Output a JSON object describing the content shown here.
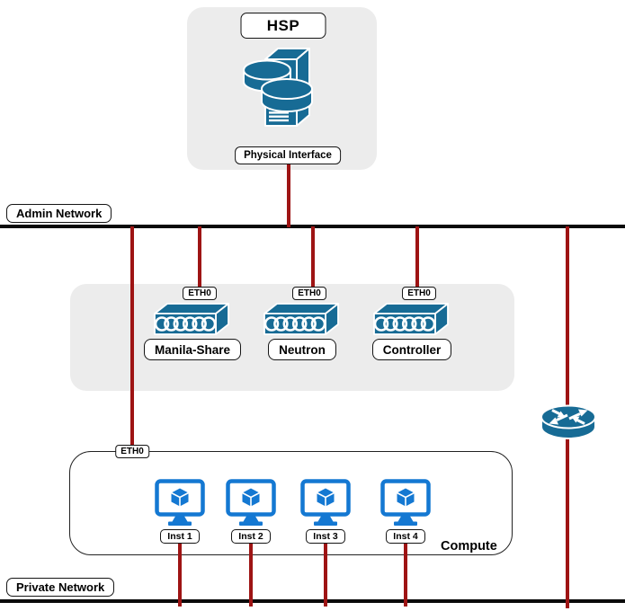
{
  "hsp": {
    "title": "HSP",
    "interface_label": "Physical Interface"
  },
  "admin_network": {
    "label": "Admin Network"
  },
  "private_network": {
    "label": "Private Network"
  },
  "switches": [
    {
      "port": "ETH0",
      "name": "Manila-Share"
    },
    {
      "port": "ETH0",
      "name": "Neutron"
    },
    {
      "port": "ETH0",
      "name": "Controller"
    }
  ],
  "compute": {
    "label": "Compute",
    "port": "ETH0",
    "instances": [
      {
        "label": "Inst 1"
      },
      {
        "label": "Inst 2"
      },
      {
        "label": "Inst 3"
      },
      {
        "label": "Inst 4"
      }
    ]
  },
  "icons": {
    "server": "storage-server-icon",
    "switch": "lan-switch-icon",
    "router": "router-icon",
    "instance": "vm-monitor-icon"
  },
  "colors": {
    "node_teal": "#176b95",
    "instance_blue": "#1478d2",
    "connector_red": "#9e1414",
    "panel_gray": "#ececec",
    "network_line_black": "#000000"
  }
}
